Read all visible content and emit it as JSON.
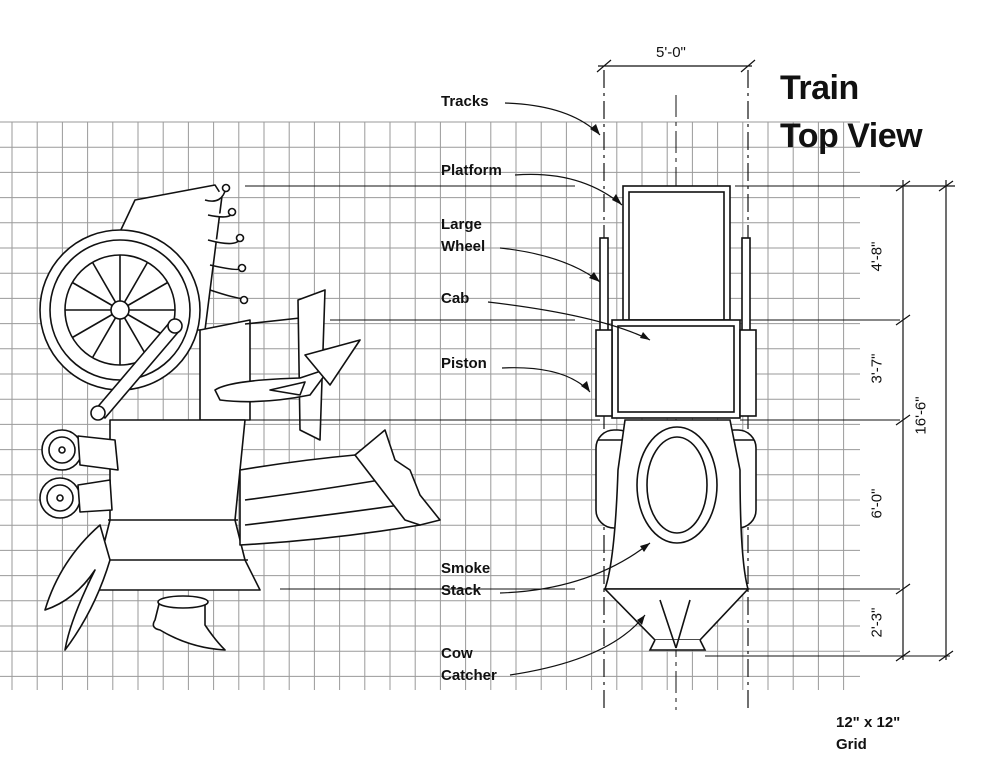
{
  "title": {
    "line1": "Train",
    "line2": "Top View"
  },
  "labels": {
    "tracks": "Tracks",
    "platform": "Platform",
    "large_wheel": "Large\nWheel",
    "cab": "Cab",
    "piston": "Piston",
    "smoke_stack": "Smoke\nStack",
    "cow_catcher": "Cow\nCatcher"
  },
  "dimensions": {
    "track_width": "5'-0\"",
    "platform_len": "4'-8\"",
    "cab_len": "3'-7\"",
    "boiler_len": "6'-0\"",
    "catcher_len": "2'-3\"",
    "total_len": "16'-6\""
  },
  "grid_note": "12\" x 12\"\nGrid",
  "colors": {
    "line": "#111111",
    "grid": "#9a9a9a"
  }
}
